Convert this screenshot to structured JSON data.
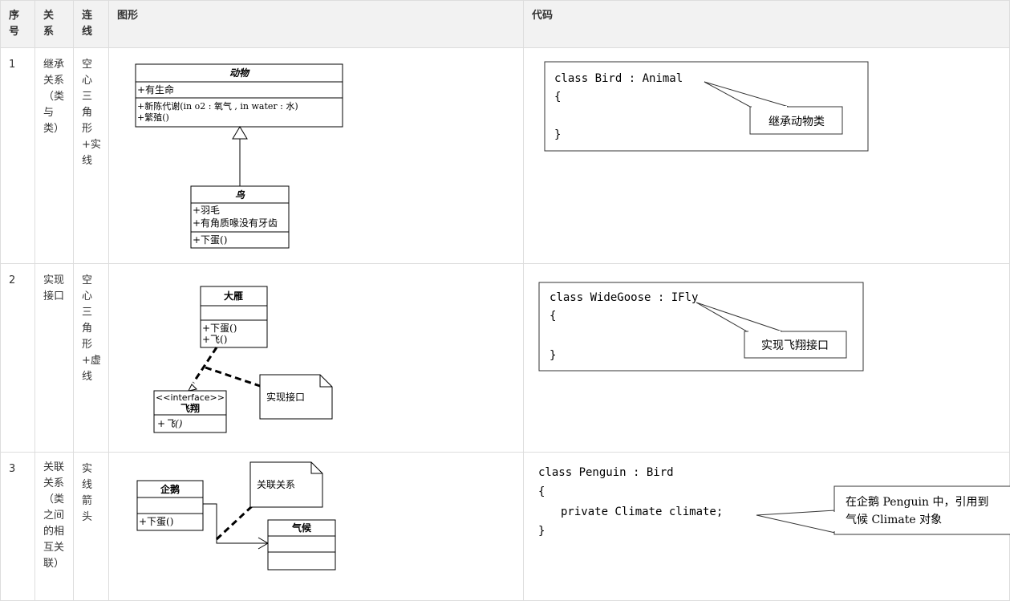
{
  "headers": {
    "num": "序号",
    "rel": "关系",
    "line": "连线",
    "figure": "图形",
    "code": "代码"
  },
  "rows": [
    {
      "num": "1",
      "relation": "继承关系（类与类）",
      "line": "空心三角形+实线",
      "uml": {
        "parent": {
          "name": "动物",
          "attrs": [
            "+有生命"
          ],
          "methods": [
            "+新陈代谢(in o2 : 氧气 , in water : 水)",
            "+繁殖()"
          ]
        },
        "child": {
          "name": "鸟",
          "attrs": [
            "+羽毛",
            "+有角质喙没有牙齿"
          ],
          "methods": [
            "+下蛋()"
          ]
        }
      },
      "code": {
        "lines": [
          "class Bird : Animal",
          "{",
          "}"
        ],
        "callout": "继承动物类"
      }
    },
    {
      "num": "2",
      "relation": "实现接口",
      "line": "空心三角形+虚线",
      "uml": {
        "class": {
          "name": "大雁",
          "methods": [
            "+下蛋()",
            "+飞()"
          ]
        },
        "interface": {
          "stereotype": "<<interface>>",
          "name": "飞翔",
          "methods": [
            "+飞()"
          ]
        },
        "note": "实现接口"
      },
      "code": {
        "lines": [
          "class WideGoose : IFly",
          "{",
          "}"
        ],
        "callout": "实现飞翔接口"
      }
    },
    {
      "num": "3",
      "relation": "关联关系（类之间的相互关联）",
      "line": "实线箭头",
      "uml": {
        "class_a": {
          "name": "企鹅",
          "methods": [
            "+下蛋()"
          ]
        },
        "class_b": {
          "name": "气候"
        },
        "note": "关联关系"
      },
      "code": {
        "lines": [
          "class Penguin : Bird",
          "{",
          "private Climate climate;",
          "}"
        ],
        "callout_1": "在企鹅 Penguin 中，引用到",
        "callout_2": "气候 Climate 对象"
      }
    }
  ]
}
